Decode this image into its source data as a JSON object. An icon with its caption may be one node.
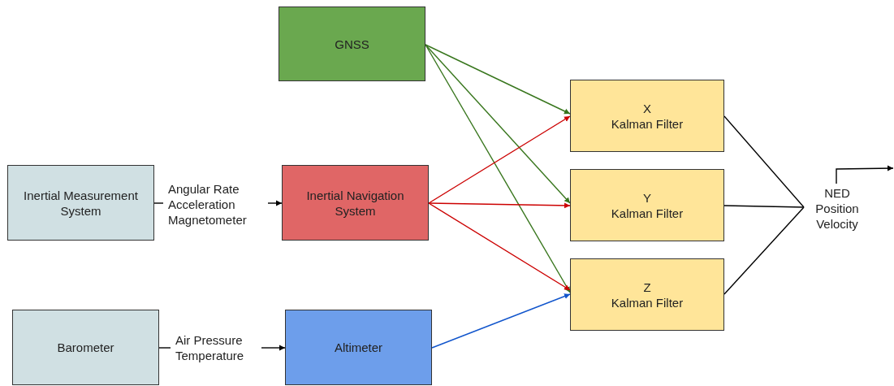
{
  "diagram": {
    "nodes": [
      {
        "text": [
          "GNSS"
        ]
      },
      {
        "text": [
          "Inertial Measurement System"
        ]
      },
      {
        "text": [
          "Angular Rate Acceleration Magnetometer"
        ]
      },
      {
        "text": [
          "Inertial Navigation System"
        ]
      },
      {
        "text": [
          "X",
          "Kalman Filter"
        ]
      },
      {
        "text": [
          "Y",
          "Kalman Filter"
        ]
      },
      {
        "text": [
          "Z",
          "Kalman Filter"
        ]
      },
      {
        "text": [
          "NED Position Velocity"
        ]
      },
      {
        "text": [
          "Barometer"
        ]
      },
      {
        "text": [
          "Air Pressure Temperature"
        ]
      },
      {
        "text": [
          "Altimeter"
        ]
      }
    ],
    "edges": [
      {
        "from": 1,
        "to": 2,
        "arrow": "none"
      },
      {
        "from": 2,
        "to": 3,
        "arrow": "to"
      },
      {
        "from": 0,
        "to": 4,
        "arrow": "to",
        "color": "#38761d"
      },
      {
        "from": 0,
        "to": 5,
        "arrow": "to",
        "color": "#38761d"
      },
      {
        "from": 0,
        "to": 6,
        "arrow": "to",
        "color": "#38761d"
      },
      {
        "from": 3,
        "to": 4,
        "arrow": "to",
        "color": "#cc0000"
      },
      {
        "from": 3,
        "to": 5,
        "arrow": "to",
        "color": "#cc0000"
      },
      {
        "from": 3,
        "to": 6,
        "arrow": "to",
        "color": "#cc0000"
      },
      {
        "from": 4,
        "to": 7,
        "arrow": "none"
      },
      {
        "from": 5,
        "to": 7,
        "arrow": "none"
      },
      {
        "from": 6,
        "to": 7,
        "arrow": "none"
      },
      {
        "from": 7,
        "to": null,
        "arrow": "to"
      },
      {
        "from": 8,
        "to": 9,
        "arrow": "none"
      },
      {
        "from": 9,
        "to": 10,
        "arrow": "to"
      },
      {
        "from": 10,
        "to": 6,
        "arrow": "to",
        "color": "#1155cc"
      }
    ]
  }
}
